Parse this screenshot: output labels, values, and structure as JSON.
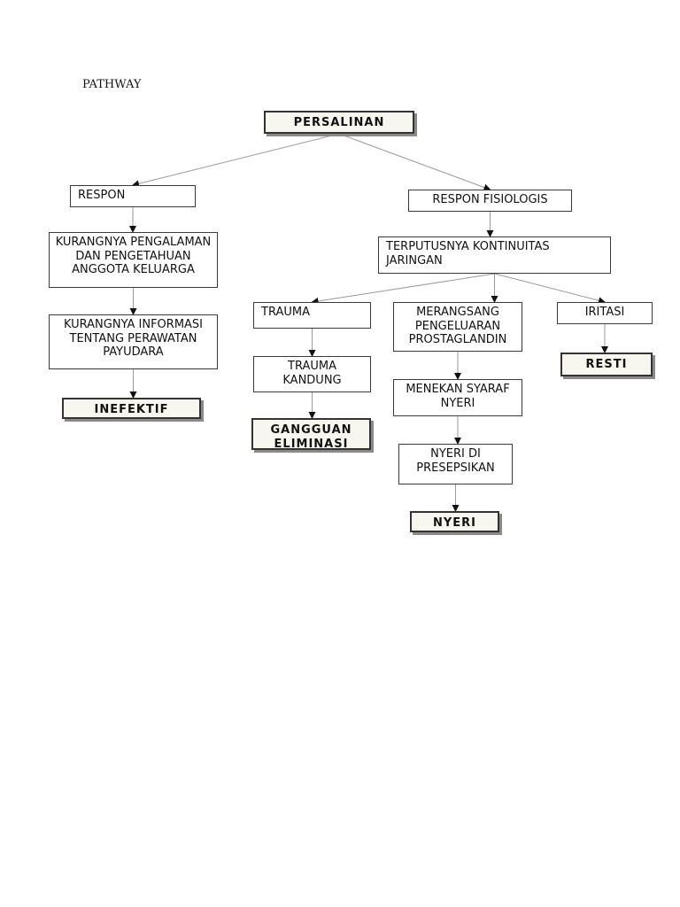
{
  "title": "PATHWAY",
  "nodes": {
    "persalinan": "PERSALINAN",
    "respon": "RESPON",
    "respon_fisiologis": "RESPON FISIOLOGIS",
    "kurangnya_pengalaman": "KURANGNYA PENGALAMAN DAN PENGETAHUAN ANGGOTA KELUARGA",
    "terputusnya": "TERPUTUSNYA KONTINUITAS JARINGAN",
    "kurangnya_informasi": "KURANGNYA INFORMASI TENTANG PERAWATAN PAYUDARA",
    "inefektif": "INEFEKTIF",
    "trauma": "TRAUMA",
    "merangsang": "MERANGSANG PENGELUARAN PROSTAGLANDIN",
    "iritasi": "IRITASI",
    "trauma_kandung": "TRAUMA KANDUNG",
    "gangguan": "GANGGUAN ELIMINASI",
    "menekan": "MENEKAN SYARAF NYERI",
    "resti": "RESTI",
    "nyeri_dipersepsikan": "NYERI DI PRESEPSIKAN",
    "nyeri": "NYERI"
  },
  "edges": [
    [
      "persalinan",
      "respon"
    ],
    [
      "persalinan",
      "respon_fisiologis"
    ],
    [
      "respon",
      "kurangnya_pengalaman"
    ],
    [
      "kurangnya_pengalaman",
      "kurangnya_informasi"
    ],
    [
      "kurangnya_informasi",
      "inefektif"
    ],
    [
      "respon_fisiologis",
      "terputusnya"
    ],
    [
      "terputusnya",
      "trauma"
    ],
    [
      "terputusnya",
      "merangsang"
    ],
    [
      "terputusnya",
      "iritasi"
    ],
    [
      "trauma",
      "trauma_kandung"
    ],
    [
      "trauma_kandung",
      "gangguan"
    ],
    [
      "merangsang",
      "menekan"
    ],
    [
      "menekan",
      "nyeri_dipersepsikan"
    ],
    [
      "nyeri_dipersepsikan",
      "nyeri"
    ],
    [
      "iritasi",
      "resti"
    ]
  ]
}
